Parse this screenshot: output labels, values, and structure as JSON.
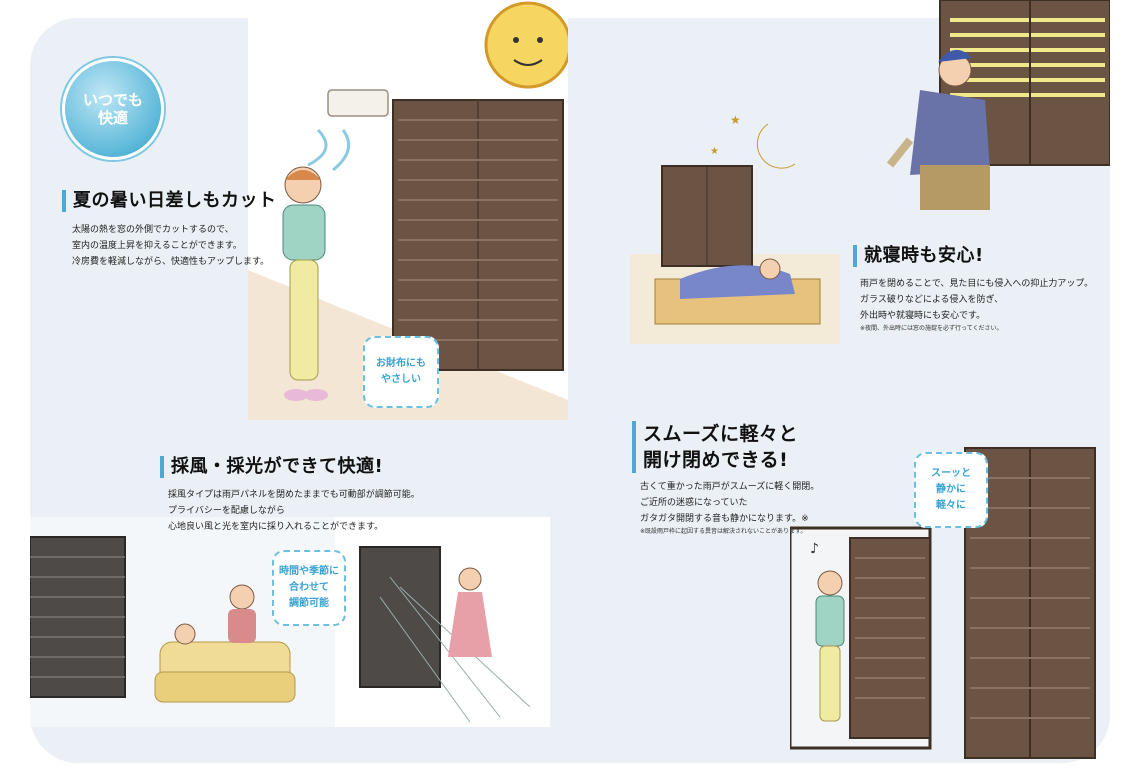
{
  "badge": {
    "line1": "いつでも",
    "line2": "快適"
  },
  "sections": {
    "summer": {
      "heading": "夏の暑い日差しもカット",
      "lines": [
        "太陽の熱を窓の外側でカットするので、",
        "室内の温度上昇を抑えることができます。",
        "冷房費を軽減しながら、快適性もアップします。"
      ],
      "bubble": [
        "お財布にも",
        "やさしい"
      ]
    },
    "ventilation": {
      "heading": "採風・採光ができて快適!",
      "lines": [
        "採風タイプは雨戸パネルを閉めたままでも可動部が調節可能。",
        "プライバシーを配慮しながら",
        "心地良い風と光を室内に採り入れることができます。"
      ],
      "bubble": [
        "時間や季節に",
        "合わせて",
        "調節可能"
      ]
    },
    "sleep": {
      "heading": "就寝時も安心!",
      "lines": [
        "雨戸を閉めることで、見た目にも侵入への抑止力アップ。",
        "ガラス破りなどによる侵入を防ぎ、",
        "外出時や就寝時にも安心です。"
      ],
      "note": "※夜間、外出時には窓の施錠を必ず行ってください。"
    },
    "smooth": {
      "heading_line1": "スムーズに軽々と",
      "heading_line2": "開け閉めできる!",
      "lines": [
        "古くて重かった雨戸がスムーズに軽く開閉。",
        "ご近所の迷惑になっていた",
        "ガタガタ開閉する音も静かになります。※"
      ],
      "note": "※既設雨戸枠に起因する異音は解決されないことがあります。",
      "bubble": [
        "スーッと",
        "静かに",
        "軽々に"
      ]
    }
  },
  "colors": {
    "accent": "#4aa9d6",
    "panel": "#eaf0f5",
    "shutter": "#6b5444",
    "bubble_text": "#3aa2d2"
  }
}
